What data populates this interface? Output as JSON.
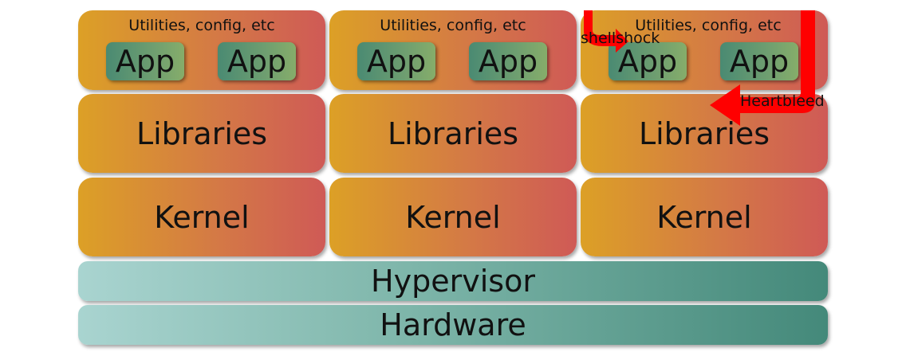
{
  "stacks": [
    {
      "utilities_label": "Utilities, config, etc",
      "apps": [
        "App",
        "App"
      ],
      "libraries_label": "Libraries",
      "kernel_label": "Kernel"
    },
    {
      "utilities_label": "Utilities, config, etc",
      "apps": [
        "App",
        "App"
      ],
      "libraries_label": "Libraries",
      "kernel_label": "Kernel"
    },
    {
      "utilities_label": "Utilities, config, etc",
      "apps": [
        "App",
        "App"
      ],
      "libraries_label": "Libraries",
      "kernel_label": "Kernel"
    }
  ],
  "hypervisor_label": "Hypervisor",
  "hardware_label": "Hardware",
  "annotations": {
    "shellshock": "shellshock",
    "heartbleed": "Heartbleed"
  },
  "colors": {
    "warm_start": "#dca026",
    "warm_end": "#cf5a56",
    "cool_start": "#a9d4d0",
    "cool_end": "#44897a",
    "app_start": "#4a8a72",
    "app_end": "#86ad6a",
    "attack_arrow": "#ff0000"
  }
}
